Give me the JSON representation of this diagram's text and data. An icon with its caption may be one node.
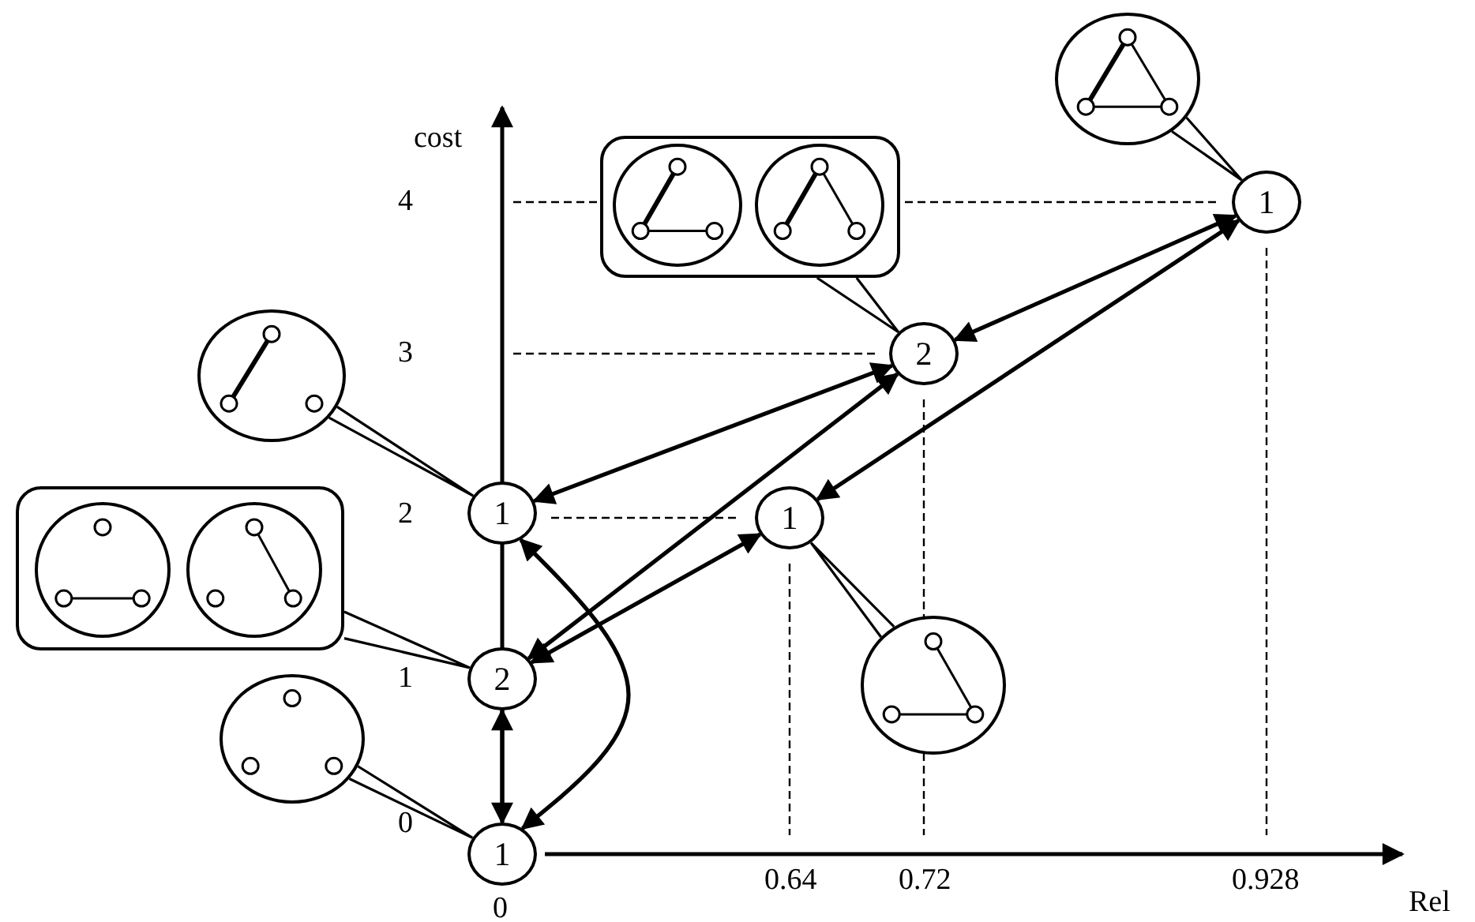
{
  "diagram": {
    "nodes": [
      {
        "text": [],
        "shape": "circle"
      },
      {
        "text": [],
        "shape": "box"
      },
      {
        "text": [],
        "shape": "circle",
        "in": 1
      },
      {
        "text": [],
        "shape": "circle",
        "in": 1
      },
      {
        "text": [
          "1"
        ]
      },
      {
        "text": [
          "2"
        ]
      },
      {
        "text": [],
        "shape": "circle"
      },
      {
        "text": [
          "1"
        ]
      },
      {
        "text": [
          "1"
        ]
      },
      {
        "text": [],
        "shape": "box"
      },
      {
        "text": [],
        "shape": "circle",
        "in": 9
      },
      {
        "text": [],
        "shape": "circle",
        "in": 9
      },
      {
        "text": [
          "2"
        ]
      },
      {
        "text": [],
        "shape": "circle"
      },
      {
        "text": [],
        "shape": "circle"
      },
      {
        "text": [
          "1"
        ]
      }
    ],
    "edges": [
      {
        "from": 15,
        "to": 12,
        "arrow": "both"
      },
      {
        "from": 15,
        "to": 7,
        "arrow": "both"
      },
      {
        "from": 12,
        "to": 8,
        "arrow": "both"
      },
      {
        "from": 12,
        "to": 5,
        "arrow": "both"
      },
      {
        "from": 7,
        "to": 5,
        "arrow": "both"
      },
      {
        "from": 8,
        "to": 4,
        "arrow": "both"
      },
      {
        "from": 5,
        "to": 4,
        "arrow": "both"
      },
      {
        "from": 0,
        "to": 4,
        "arrow": "none"
      },
      {
        "from": 1,
        "to": 5,
        "arrow": "none"
      },
      {
        "from": 6,
        "to": 7,
        "arrow": "none"
      },
      {
        "from": 9,
        "to": 12,
        "arrow": "none"
      },
      {
        "from": 13,
        "to": 8,
        "arrow": "none"
      },
      {
        "from": 14,
        "to": 15,
        "arrow": "none"
      }
    ],
    "labels": [
      "cost",
      "4",
      "3",
      "2",
      "1",
      "0",
      "0",
      "0.64",
      "0.72",
      "0.928",
      "Rel"
    ]
  }
}
